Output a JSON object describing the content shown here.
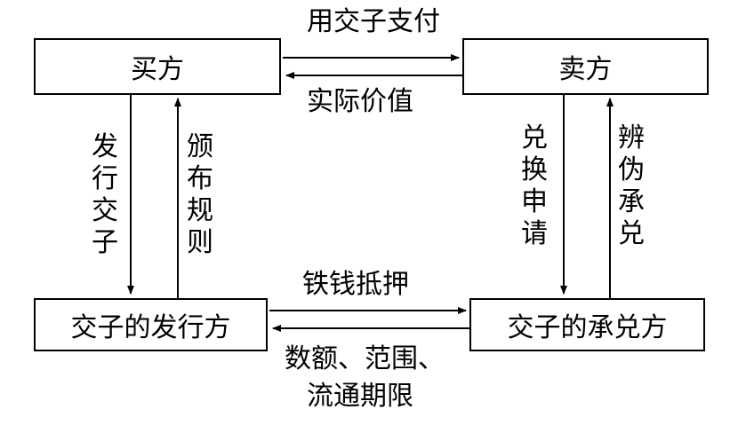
{
  "nodes": {
    "buyer": "买方",
    "seller": "卖方",
    "issuer": "交子的发行方",
    "redeemer": "交子的承兑方"
  },
  "edges": {
    "buyer_to_seller": "用交子支付",
    "seller_to_buyer": "实际价值",
    "issuer_to_buyer": "发行交子",
    "buyer_to_issuer": "颁布规则",
    "seller_to_redeemer": "兑换申请",
    "redeemer_to_seller": "辨伪承兑",
    "issuer_to_redeemer": "铁钱抵押",
    "redeemer_to_issuer_line1": "数额、范围、",
    "redeemer_to_issuer_line2": "流通期限"
  }
}
